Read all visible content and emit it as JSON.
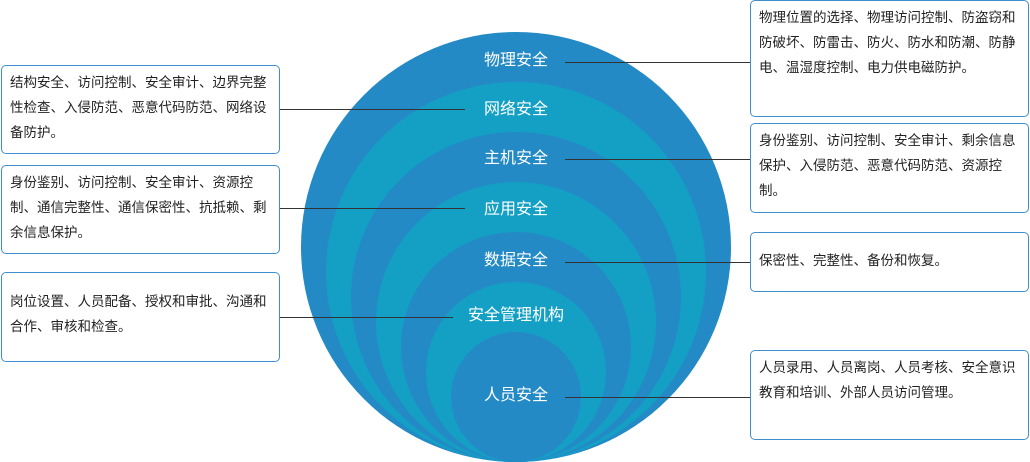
{
  "layers": [
    {
      "label": "物理安全",
      "desc": "物理位置的选择、物理访问控制、防盗窃和防破坏、防雷击、防火、防水和防潮、防静电、温湿度控制、电力供电磁防护。"
    },
    {
      "label": "网络安全",
      "desc": "结构安全、访问控制、安全审计、边界完整性检查、入侵防范、恶意代码防范、网络设备防护。"
    },
    {
      "label": "主机安全",
      "desc": "身份鉴别、访问控制、安全审计、剩余信息保护、入侵防范、恶意代码防范、资源控制。"
    },
    {
      "label": "应用安全",
      "desc": "身份鉴别、访问控制、安全审计、资源控制、通信完整性、通信保密性、抗抵赖、剩余信息保护。"
    },
    {
      "label": "数据安全",
      "desc": "保密性、完整性、备份和恢复。"
    },
    {
      "label": "安全管理机构",
      "desc": "岗位设置、人员配备、授权和审批、沟通和合作、审核和检查。"
    },
    {
      "label": "人员安全",
      "desc": "人员录用、人员离岗、人员考核、安全意识教育和培训、外部人员访问管理。"
    }
  ],
  "colors": {
    "dark": "#238ac6",
    "light": "#14a0c4"
  }
}
